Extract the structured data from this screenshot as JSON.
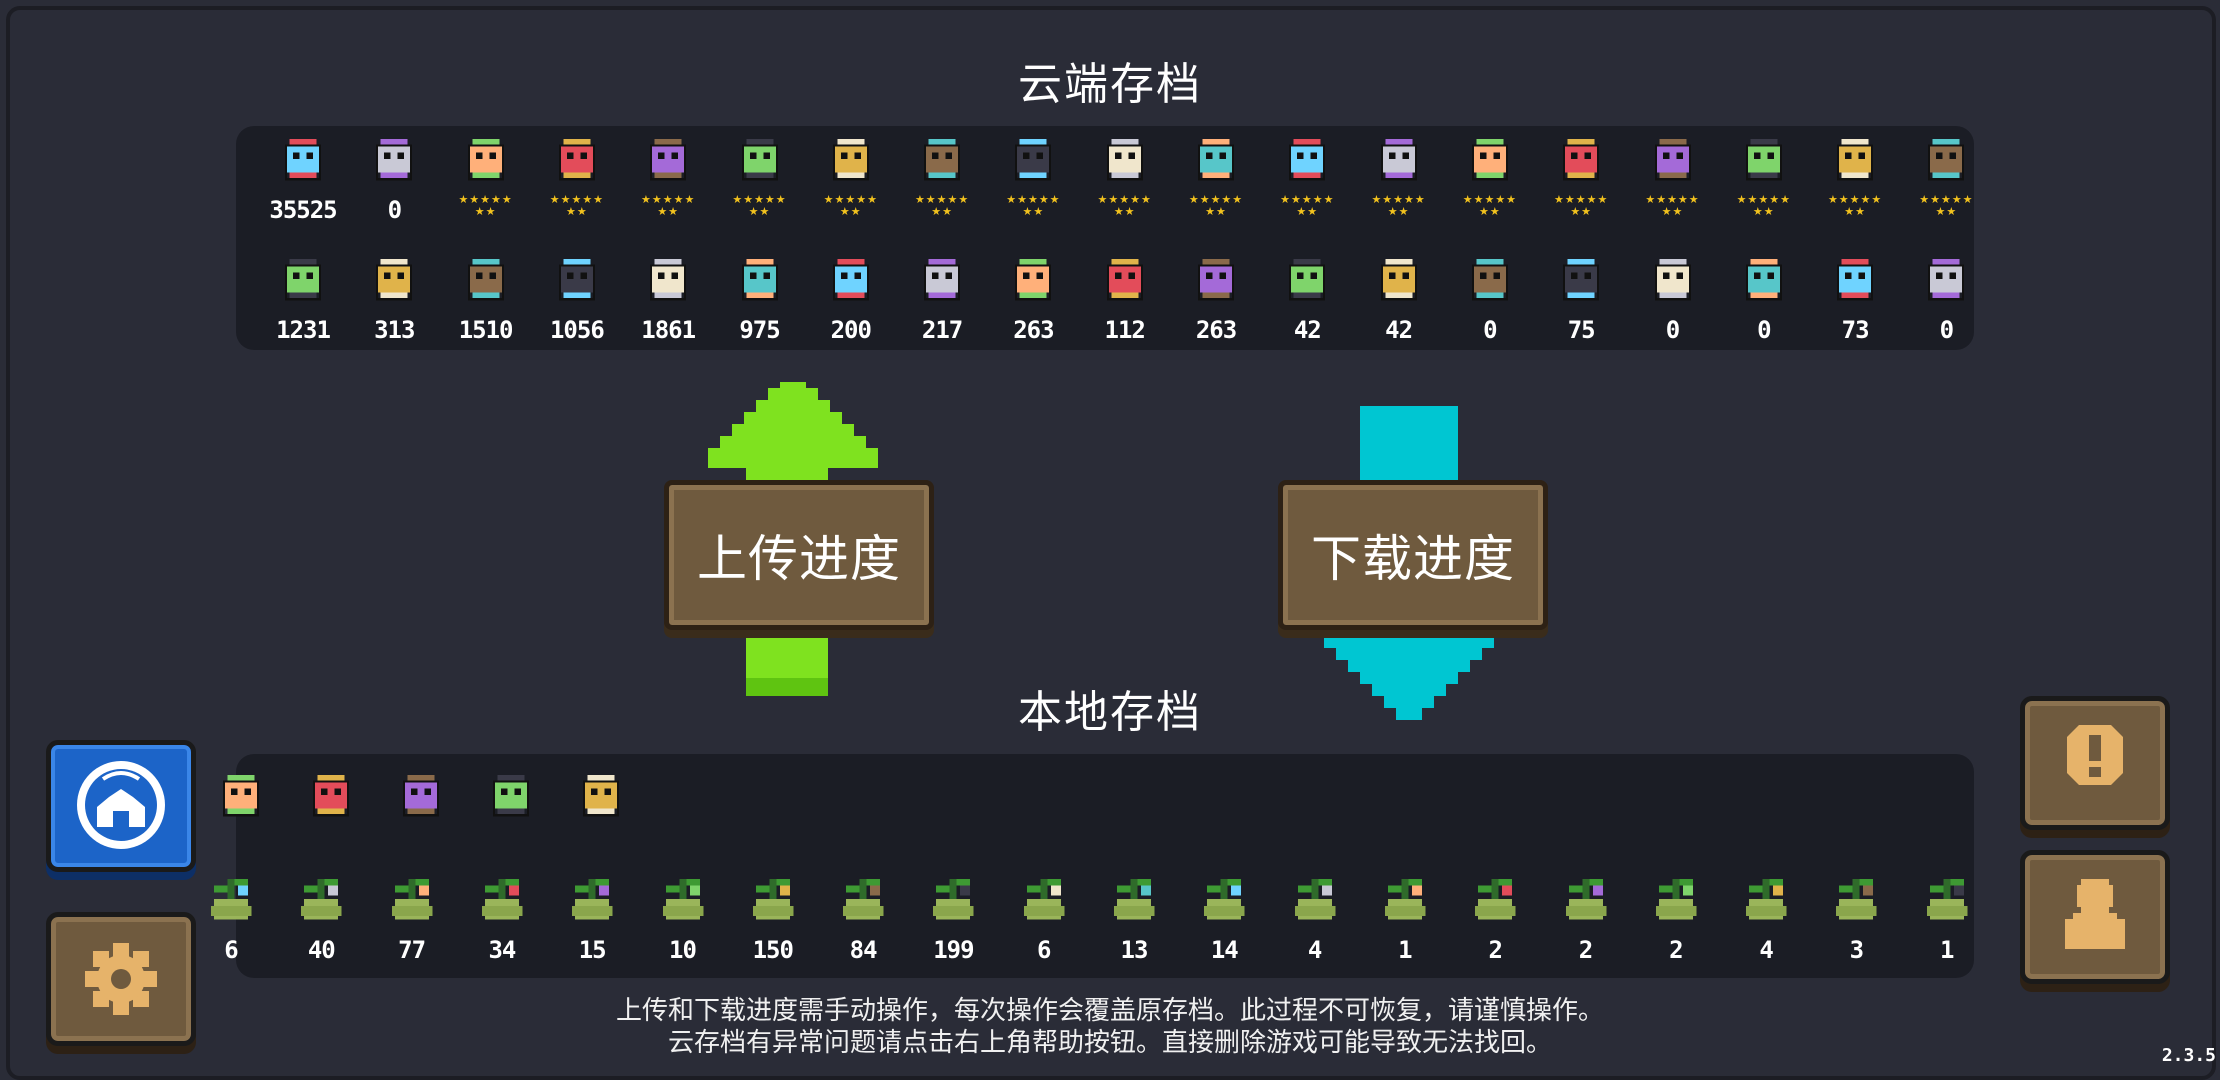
{
  "cloud": {
    "title": "云端存档",
    "top_row": [
      {
        "icon": "gems-icon",
        "value": "35525"
      },
      {
        "icon": "fish-token-icon",
        "value": "0"
      },
      {
        "icon": "knight-icon",
        "stars": true
      },
      {
        "icon": "rogue-icon",
        "stars": true
      },
      {
        "icon": "wizard-icon",
        "stars": true
      },
      {
        "icon": "assassin-icon",
        "stars": true
      },
      {
        "icon": "engineer-icon",
        "stars": true
      },
      {
        "icon": "alchemist-icon",
        "stars": true
      },
      {
        "icon": "vampire-icon",
        "stars": true
      },
      {
        "icon": "paladin-icon",
        "stars": true
      },
      {
        "icon": "elf-icon",
        "stars": true
      },
      {
        "icon": "werewolf-icon",
        "stars": true
      },
      {
        "icon": "priest-icon",
        "stars": true
      },
      {
        "icon": "druid-icon",
        "stars": true
      },
      {
        "icon": "robot-icon",
        "stars": true
      },
      {
        "icon": "berserker-icon",
        "stars": true
      },
      {
        "icon": "pet-icon",
        "stars": true
      },
      {
        "icon": "tombstone-icon",
        "stars": true
      },
      {
        "icon": "pot-icon",
        "stars": true
      }
    ],
    "bottom_row": [
      {
        "icon": "battery-icon",
        "value": "1231"
      },
      {
        "icon": "green-crystal-icon",
        "value": "313"
      },
      {
        "icon": "gear-icon",
        "value": "1510"
      },
      {
        "icon": "wood-plank-icon",
        "value": "1056"
      },
      {
        "icon": "amber-ore-icon",
        "value": "1861"
      },
      {
        "icon": "iron-ore-icon",
        "value": "975"
      },
      {
        "icon": "ice-crystal-icon",
        "value": "200"
      },
      {
        "icon": "red-crystal-icon",
        "value": "217"
      },
      {
        "icon": "purple-crystal-icon",
        "value": "263"
      },
      {
        "icon": "chip-card-icon",
        "value": "112"
      },
      {
        "icon": "flour-sack-icon",
        "value": "263"
      },
      {
        "icon": "hammer-icon",
        "value": "42"
      },
      {
        "icon": "scale-fur-icon",
        "value": "42"
      },
      {
        "icon": "green-part-icon",
        "value": "0"
      },
      {
        "icon": "violet-shard-icon",
        "value": "75"
      },
      {
        "icon": "device-icon",
        "value": "0"
      },
      {
        "icon": "box-device-icon",
        "value": "0"
      },
      {
        "icon": "fire-crystal-icon",
        "value": "73"
      },
      {
        "icon": "scroll-icon",
        "value": "0"
      }
    ]
  },
  "upload_label": "上传进度",
  "download_label": "下载进度",
  "local": {
    "title": "本地存档",
    "pets": [
      {
        "icon": "dark-pet-icon"
      },
      {
        "icon": "owl-pet-icon"
      },
      {
        "icon": "seal-pet-icon"
      },
      {
        "icon": "bug-pet-icon"
      },
      {
        "icon": "bat-pet-icon"
      }
    ],
    "seeds": [
      {
        "icon": "seed-icon",
        "value": "6"
      },
      {
        "icon": "seed-icon",
        "value": "40"
      },
      {
        "icon": "seed-icon",
        "value": "77"
      },
      {
        "icon": "seed-icon",
        "value": "34"
      },
      {
        "icon": "seed-icon",
        "value": "15"
      },
      {
        "icon": "seed-icon",
        "value": "10"
      },
      {
        "icon": "seed-icon",
        "value": "150"
      },
      {
        "icon": "seed-icon",
        "value": "84"
      },
      {
        "icon": "seed-icon",
        "value": "199"
      },
      {
        "icon": "seed-icon",
        "value": "6"
      },
      {
        "icon": "seed-icon",
        "value": "13"
      },
      {
        "icon": "seed-icon",
        "value": "14"
      },
      {
        "icon": "seed-icon",
        "value": "4"
      },
      {
        "icon": "seed-icon",
        "value": "1"
      },
      {
        "icon": "seed-icon",
        "value": "2"
      },
      {
        "icon": "seed-icon",
        "value": "2"
      },
      {
        "icon": "seed-icon",
        "value": "2"
      },
      {
        "icon": "seed-icon",
        "value": "4"
      },
      {
        "icon": "seed-icon",
        "value": "3"
      },
      {
        "icon": "seed-icon",
        "value": "1"
      }
    ]
  },
  "notice": {
    "line1": "上传和下载进度需手动操作，每次操作会覆盖原存档。此过程不可恢复，请谨慎操作。",
    "line2": "云存档有异常问题请点击右上角帮助按钮。直接删除游戏可能导致无法找回。"
  },
  "version": "2.3.5",
  "colors": {
    "background": "#2a2c37",
    "panel": "#1b1d25",
    "upload_arrow": "#7fe21f",
    "download_arrow": "#00c6d2",
    "board": "#6f5a3e",
    "account_button": "#1c64c8"
  }
}
